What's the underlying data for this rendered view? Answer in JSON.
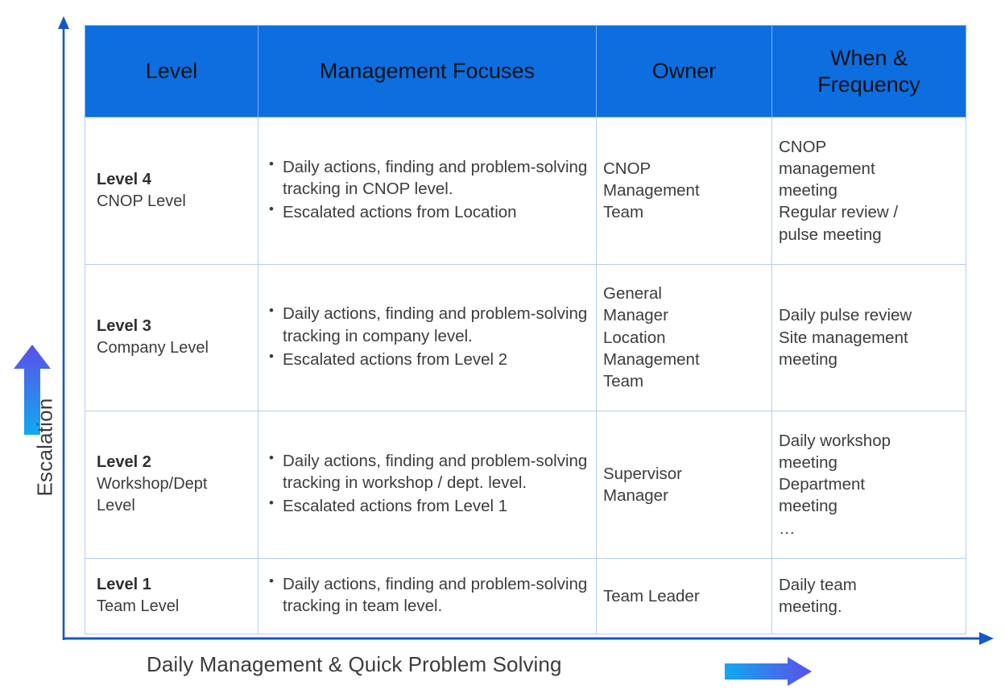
{
  "axes": {
    "y_label": "Escalation",
    "x_label": "Daily Management & Quick Problem Solving",
    "axis_color": "#1558c8",
    "arrow_gradient_start": "#12a9f0",
    "arrow_gradient_end": "#5b4fe8"
  },
  "table": {
    "header_bg": "#0d6ee0",
    "border_color": "#b4cdf2",
    "headers": [
      "Level",
      "Management Focuses",
      "Owner",
      "When &\nFrequency"
    ],
    "rows": [
      {
        "level_name": "Level 4",
        "level_sub": "CNOP Level",
        "focuses": [
          "Daily actions, finding and problem-solving tracking in CNOP level.",
          "Escalated actions from Location"
        ],
        "owner": "CNOP\nManagement\nTeam",
        "when": "CNOP\nmanagement\nmeeting\nRegular review /\npulse meeting"
      },
      {
        "level_name": "Level 3",
        "level_sub": "Company Level",
        "focuses": [
          "Daily actions, finding and problem-solving tracking in company level.",
          "Escalated actions from Level 2"
        ],
        "owner": "General\nManager\nLocation\nManagement\nTeam",
        "when": "Daily pulse review\nSite management\nmeeting"
      },
      {
        "level_name": "Level 2",
        "level_sub": "Workshop/Dept Level",
        "focuses": [
          "Daily actions, finding and problem-solving tracking in workshop / dept. level.",
          "Escalated actions from Level 1"
        ],
        "owner": "Supervisor\nManager",
        "when": "Daily workshop\nmeeting\nDepartment\nmeeting\n…"
      },
      {
        "level_name": "Level 1",
        "level_sub": "Team Level",
        "focuses": [
          "Daily actions, finding and problem-solving tracking in team level."
        ],
        "owner": "Team Leader",
        "when": "Daily team\nmeeting."
      }
    ]
  }
}
